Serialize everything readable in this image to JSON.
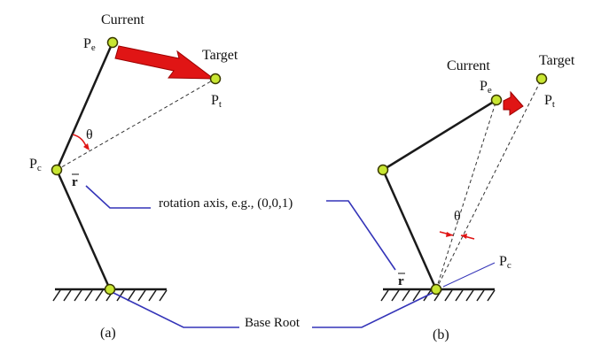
{
  "colors": {
    "joint_fill": "#c8e632",
    "joint_stroke": "#3a3a00",
    "arrow": "#e01515",
    "callout": "#3434b8",
    "link": "#1a1a1a"
  },
  "panel_a": {
    "caption": "(a)",
    "current": "Current",
    "target": "Target",
    "pe": {
      "main": "P",
      "sub": "e"
    },
    "pt": {
      "main": "P",
      "sub": "t"
    },
    "pc": {
      "main": "P",
      "sub": "c"
    },
    "theta": "θ",
    "r_vector": "r"
  },
  "panel_b": {
    "caption": "(b)",
    "current": "Current",
    "target": "Target",
    "pe": {
      "main": "P",
      "sub": "e"
    },
    "pt": {
      "main": "P",
      "sub": "t"
    },
    "pc": {
      "main": "P",
      "sub": "c"
    },
    "theta": "θ",
    "r_vector": "r"
  },
  "callouts": {
    "rotation_axis": "rotation axis, e.g., (0,0,1)",
    "base_root": "Base Root"
  }
}
